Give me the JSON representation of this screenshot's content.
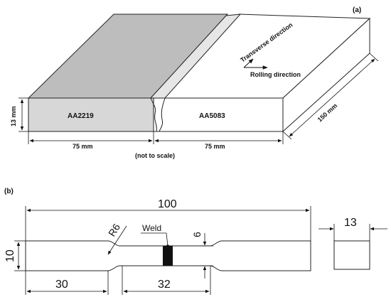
{
  "figure_a": {
    "panel_label": "(a)",
    "left_material": "AA2219",
    "right_material": "AA5083",
    "thickness_dim": "13 mm",
    "left_width_dim": "75 mm",
    "right_width_dim": "75 mm",
    "depth_dim": "150 mm",
    "scale_note": "(not to scale)",
    "transverse_label": "Transverse direction",
    "rolling_label": "Rolling direction",
    "colors": {
      "left_top": "#bdbdbd",
      "left_front": "#d7d7d7",
      "weld_strip": "#e6e6e6",
      "plate": "#ffffff"
    }
  },
  "figure_b": {
    "panel_label": "(b)",
    "total_length_dim": "100",
    "radius_dim": "R6",
    "weld_label": "Weld",
    "gauge_width_dim": "6",
    "grip_width_dim": "10",
    "grip_length_dim": "30",
    "gauge_length_dim": "32",
    "thickness_dim": "13",
    "colors": {
      "weld_zone": "#111111"
    }
  }
}
